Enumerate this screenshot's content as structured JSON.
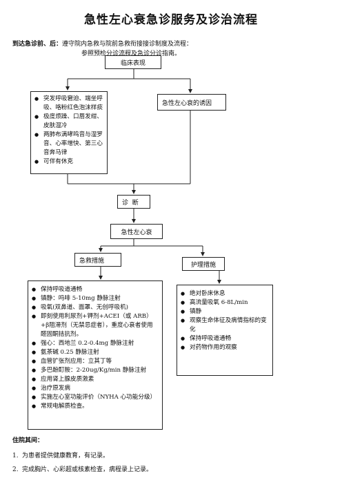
{
  "title": "急性左心衰急诊服务及诊治流程",
  "pre_hospital": {
    "label": "到达急诊前、后：",
    "line1": "遵守院内急救与院前急救衔接接诊制度及流程：",
    "line2": "参照预检分诊流程及急诊分诊指南。"
  },
  "boxes": {
    "clinical": "临床表现",
    "symptoms": [
      "突发呼吸窘迫、端坐呼吸、咯粉红色泡沫样痰",
      "极度烦躁、口唇发绀、皮肤湿冷",
      "两肺布满哮鸣音与湿罗音、心率增快、第三心音奔马律",
      "可伴有休克"
    ],
    "cause": "急性左心衰的诱因",
    "diagnosis": "诊  断",
    "ahf": "急性左心衰",
    "emergency": "急救措施",
    "nursing": "护理措施",
    "emergency_items": [
      "保持呼吸道通畅",
      "镇静：吗啡 5-10mg 静脉注射",
      "吸氧(双鼻道、面罩、无创呼吸机)",
      "即刻使用利尿剂+钾剂+ACEI（或 ARB）+β阻滞剂（无禁忌症者），重度心衰者使用醛固酮拮抗剂。",
      "强心：西地兰 0.2-0.4mg 静脉注射",
      "氨茶碱 0.25 静脉注射",
      "血管扩张剂应用：立其丁等",
      "多巴酚酊胺：2-20ug/Kg/min 静脉注射",
      "应用肾上腺皮质激素",
      "治疗原发病",
      "实施左心室功能评价（NYHA  心功能分级）",
      "常规电解质检查。"
    ],
    "nursing_items": [
      "绝对卧床休息",
      "高流量吸氧 6-8L/min",
      "镇静",
      "观察生命体征及病情指标的变化",
      "保持呼吸道通畅",
      "对药物作用的观察"
    ]
  },
  "post_hospital": {
    "label": "住院其间：",
    "items": [
      {
        "num": "1.",
        "text": "为患者提供健康教育，有记录。"
      },
      {
        "num": "2.",
        "text": "完成胸片、心彩超或核素检查，病程录上记录。"
      }
    ]
  }
}
